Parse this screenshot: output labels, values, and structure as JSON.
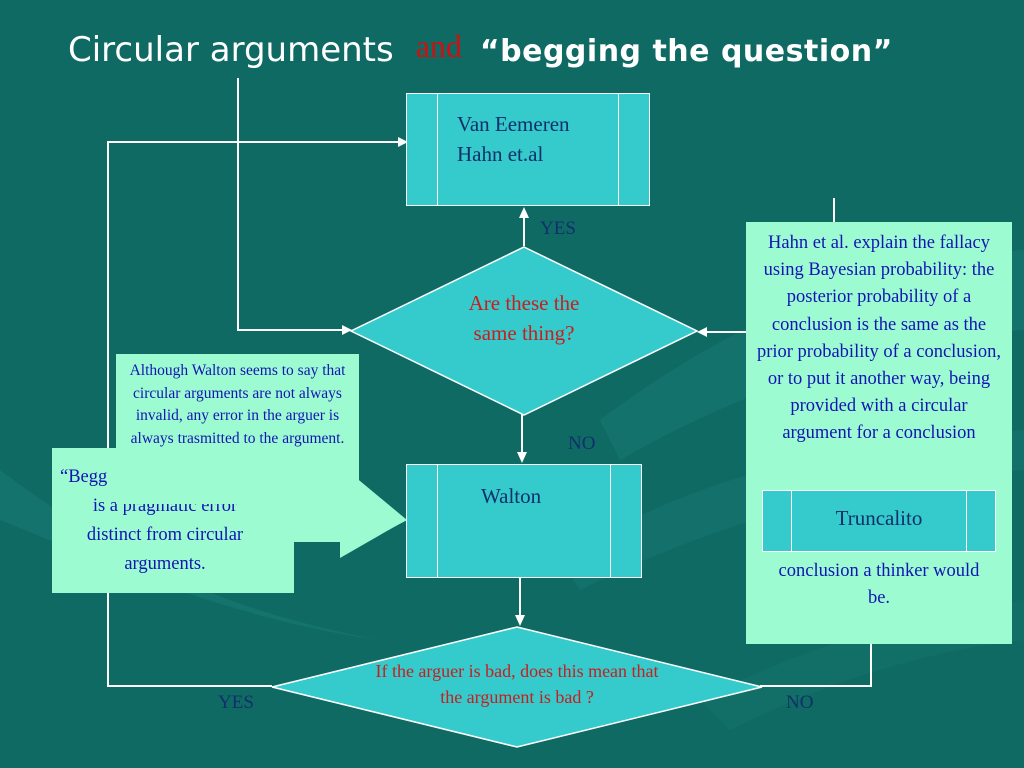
{
  "title": {
    "part1": "Circular arguments",
    "part2": "and",
    "part3": "“begging the question”"
  },
  "boxes": {
    "top": [
      "Van Eemeren",
      "Hahn et.al"
    ],
    "middle": "Walton",
    "right": "Truncalito"
  },
  "decisions": {
    "first": "Are these the same thing?",
    "second": "If the arguer is bad, does this mean that the argument is bad ?"
  },
  "labels": {
    "yes_top": "YES",
    "no_mid": "NO",
    "yes_bottom": "YES",
    "no_bottom": "NO"
  },
  "notes": {
    "walton": "Although Walton seems to say that circular arguments are not always invalid, any error in the arguer is always trasmitted to the argument.",
    "begging_visible_top": "“Begg",
    "begging_visible_partial": "is a pragmatic error",
    "begging_visible_bottom": "distinct from circular arguments.",
    "hahn_upper": "Hahn et al. explain the fallacy using Bayesian probability: the posterior probability of a conclusion is the same as the prior probability of a conclusion, or to put it another way, being provided with a circular argument for a conclusion",
    "hahn_lower": "conclusion a thinker would be."
  },
  "colors": {
    "background": "#0f6a64",
    "box_fill": "#35cacb",
    "note_fill": "#9cfbd0",
    "box_text": "#10306a",
    "decision_text": "#c81e1e",
    "note_text": "#1414b4",
    "title_accent": "#d01010"
  }
}
